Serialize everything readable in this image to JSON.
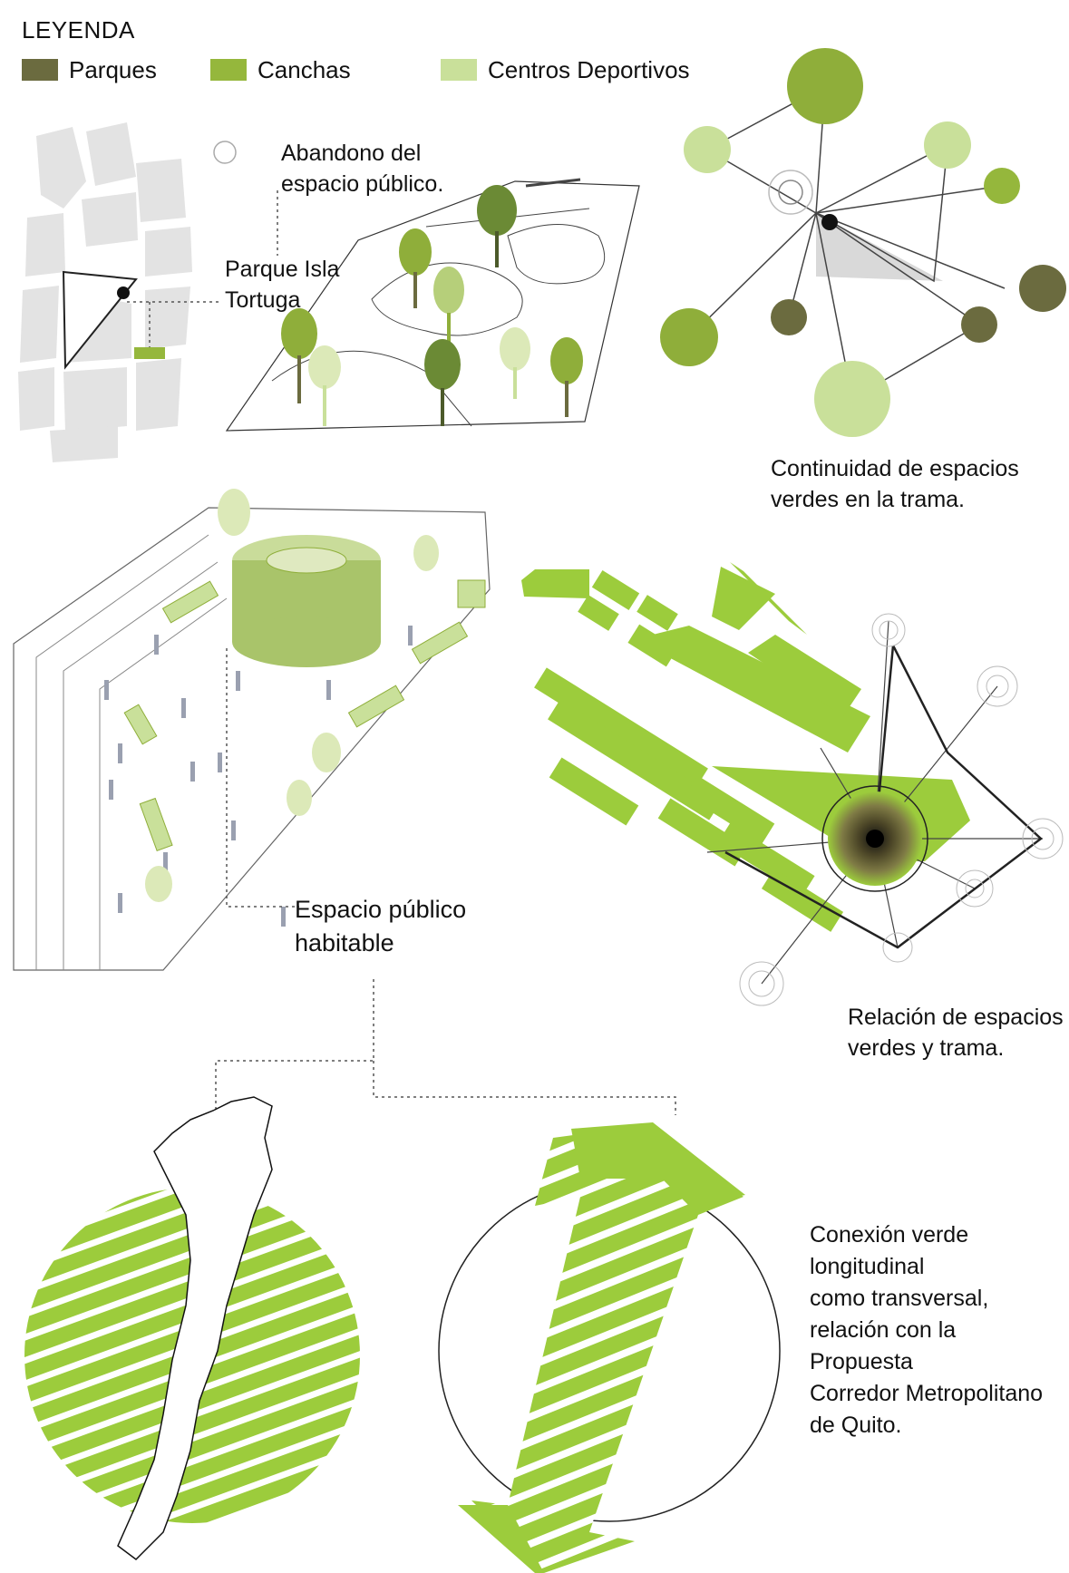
{
  "legend": {
    "title": "LEYENDA",
    "items": [
      {
        "label": "Parques",
        "color": "#6b6b3f"
      },
      {
        "label": "Canchas",
        "color": "#95b73c"
      },
      {
        "label": "Centros Deportivos",
        "color": "#c9e09a"
      }
    ]
  },
  "captions": {
    "abandono_line1": "Abandono del",
    "abandono_line2": "espacio público.",
    "parque_line1": "Parque Isla",
    "parque_line2": "Tortuga",
    "continuidad_line1": "Continuidad de espacios",
    "continuidad_line2": "verdes en la trama.",
    "espacio_line1": "Espacio público",
    "espacio_line2": "habitable",
    "relacion_line1": "Relación de espacios",
    "relacion_line2": "verdes y trama.",
    "conexion_lines": [
      "Conexión verde",
      "longitudinal",
      "como transversal,",
      "relación con la",
      "Propuesta",
      "Corredor Metropolitano",
      "de Quito."
    ]
  },
  "colors": {
    "parques": "#6b6b3f",
    "canchas": "#95b73c",
    "centros": "#c9e09a",
    "block_grey": "#e2e2e2",
    "bright_green": "#9ccc3c"
  }
}
